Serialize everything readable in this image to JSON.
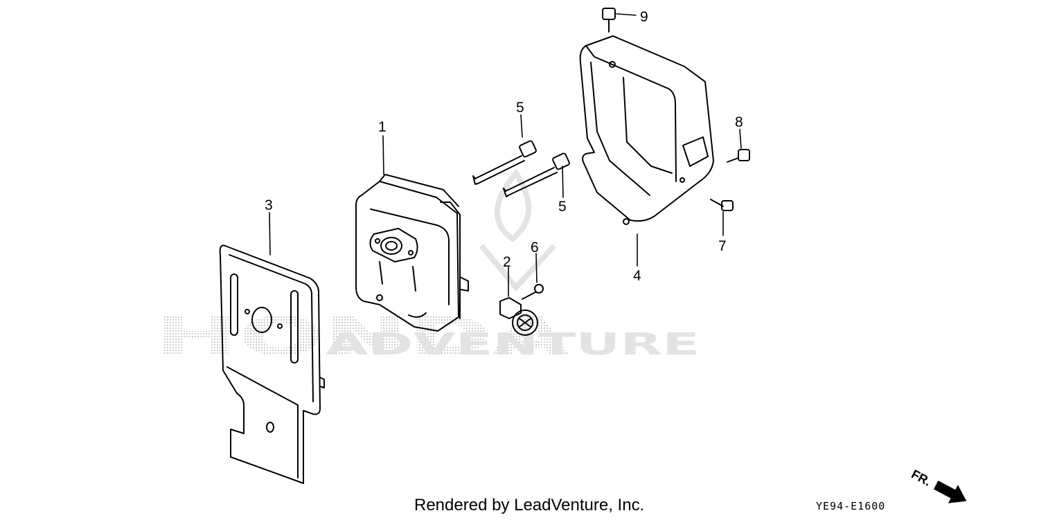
{
  "diagram": {
    "callouts": {
      "c1": "1",
      "c2": "2",
      "c3": "3",
      "c4": "4",
      "c5a": "5",
      "c5b": "5",
      "c6": "6",
      "c7": "7",
      "c8": "8",
      "c9": "9"
    },
    "watermark": {
      "left": "HONDA",
      "right": "ADVENTURE"
    },
    "front_marker": "FR.",
    "credit": "Rendered by LeadVenture, Inc.",
    "diagram_code": "YE94-E1600"
  },
  "colors": {
    "ink": "#000000",
    "watermark": "#d9d9d9"
  }
}
